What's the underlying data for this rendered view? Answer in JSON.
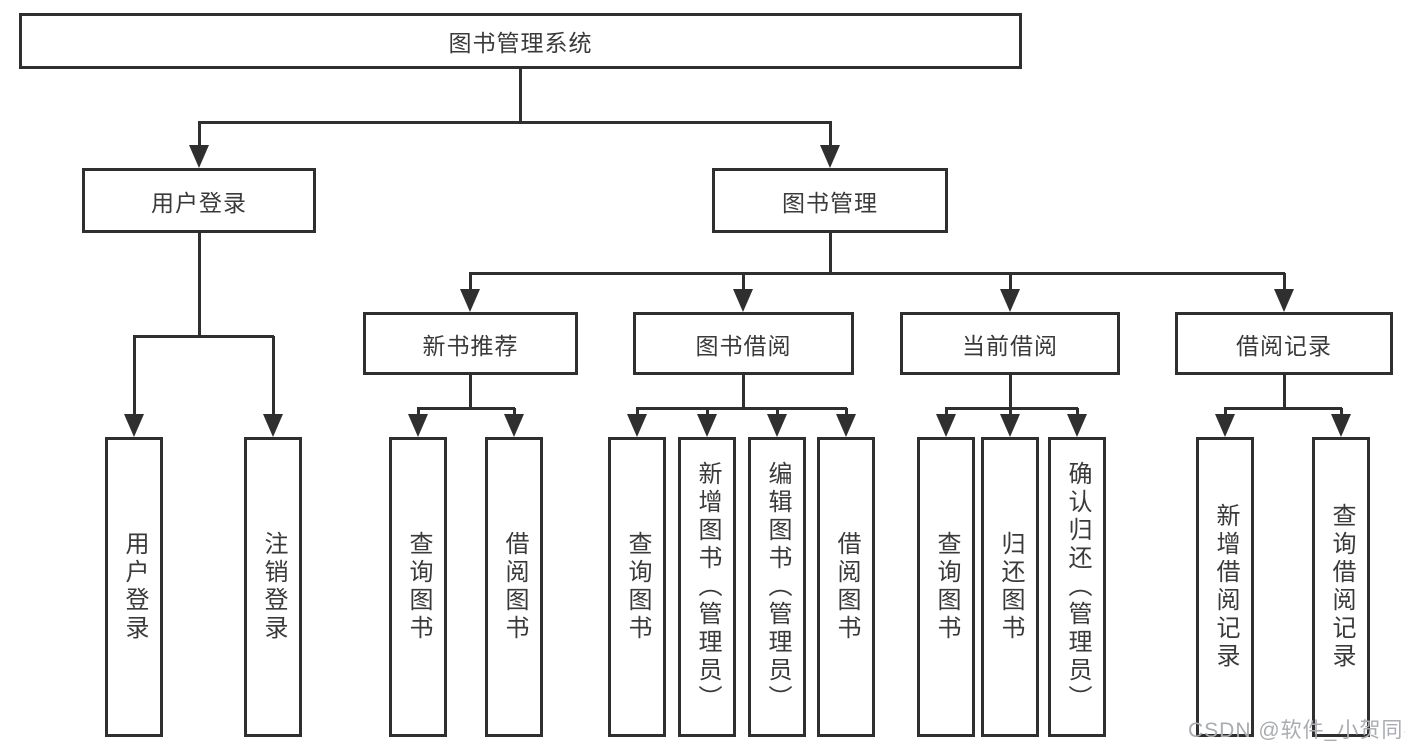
{
  "diagram": {
    "root": "图书管理系统",
    "level2": [
      "用户登录",
      "图书管理"
    ],
    "level3": [
      "新书推荐",
      "图书借阅",
      "当前借阅",
      "借阅记录"
    ],
    "leaves": {
      "user_login": [
        "用户登录",
        "注销登录"
      ],
      "new_book": [
        "查询图书",
        "借阅图书"
      ],
      "book_borrow": [
        "查询图书",
        "新增图书（管理员）",
        "编辑图书（管理员）",
        "借阅图书"
      ],
      "current_borrow": [
        "查询图书",
        "归还图书",
        "确认归还（管理员）"
      ],
      "borrow_records": [
        "新增借阅记录",
        "查询借阅记录"
      ]
    }
  },
  "watermark": "CSDN @软件_小贺同学",
  "colors": {
    "line": "#2f2f2f",
    "text": "#3a3a3a",
    "watermark": "#a9acb1",
    "background": "#ffffff"
  }
}
